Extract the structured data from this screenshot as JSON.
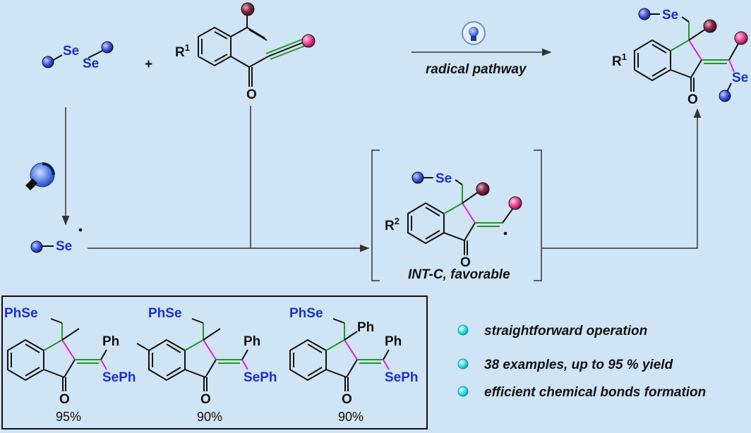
{
  "reagents": {
    "diselenide": [
      "Se",
      "Se"
    ],
    "plus": "+",
    "substituent_r1": "R",
    "superscript_1": "1",
    "carbonyl_o": "O"
  },
  "arrows": {
    "condition": "radical pathway"
  },
  "radical": {
    "label": "Se"
  },
  "intermediate": {
    "se_label": "Se",
    "substituent_r2": "R",
    "superscript_2": "2",
    "carbonyl_o": "O",
    "caption": "INT-C, favorable"
  },
  "product": {
    "se_top": "Se",
    "se_side": "Se",
    "substituent_r1": "R",
    "superscript_1": "1",
    "carbonyl_o": "O"
  },
  "examples": [
    {
      "sel": "PhSe",
      "sub": "",
      "ph": "Ph",
      "seph": "SePh",
      "o": "O",
      "yield": "95%"
    },
    {
      "sel": "PhSe",
      "sub": "",
      "ph": "Ph",
      "seph": "SePh",
      "o": "O",
      "yield": "90%"
    },
    {
      "sel": "PhSe",
      "sub": "Ph",
      "ph": "Ph",
      "seph": "SePh",
      "o": "O",
      "yield": "90%"
    }
  ],
  "features": [
    "straightforward operation",
    "38 examples, up to 95 % yield",
    "efficient chemical bonds formation"
  ],
  "colors": {
    "background": "#cfe4f4",
    "selenium": "#1a2fd0",
    "new_bond_green": "#1e9a1e",
    "new_bond_magenta": "#e020d8",
    "bullet_cyan": "#35e0e0"
  }
}
